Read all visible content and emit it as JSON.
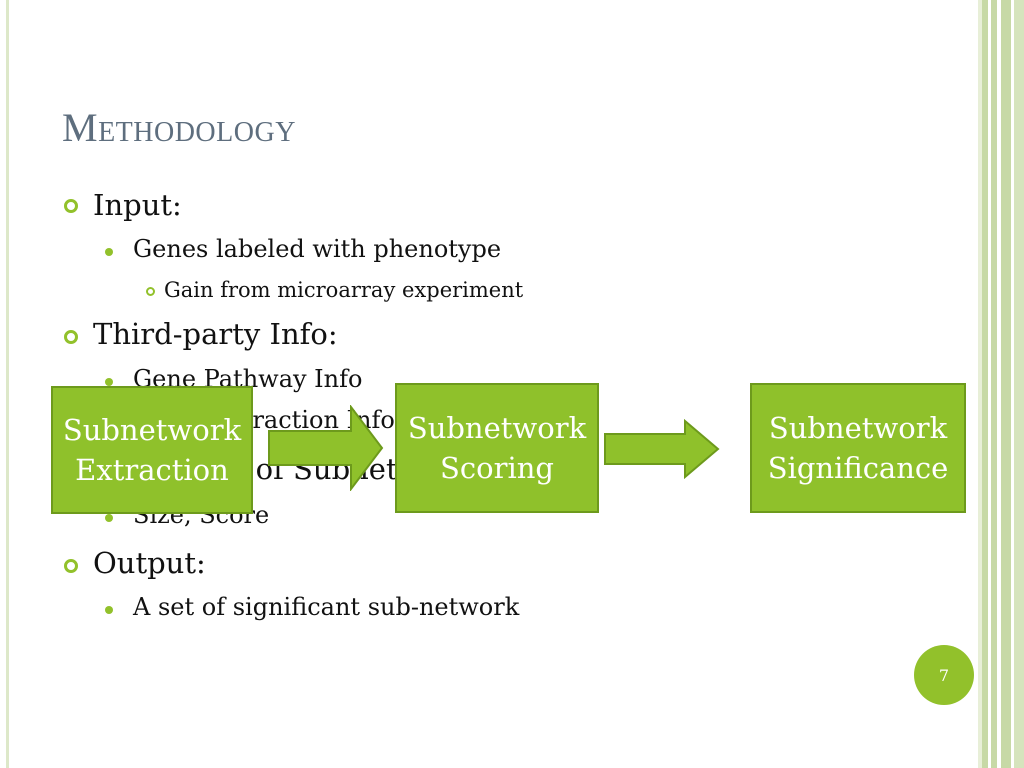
{
  "slide": {
    "title": "Methodology",
    "page_number": "7"
  },
  "bullets": [
    {
      "level": 1,
      "text": "Input:"
    },
    {
      "level": 2,
      "text": "Genes labeled with phenotype"
    },
    {
      "level": 3,
      "text": "Gain from microarray experiment"
    },
    {
      "level": 1,
      "text": "Third-party Info:"
    },
    {
      "level": 2,
      "text": "Gene Pathway Info"
    },
    {
      "level": 2,
      "text": "Gene Interaction Info"
    },
    {
      "level": 1,
      "text": "Properties of Subnetwork:"
    },
    {
      "level": 2,
      "text": "Size, Score"
    },
    {
      "level": 1,
      "text": "Output:"
    },
    {
      "level": 2,
      "text": "A set of significant sub-network"
    }
  ],
  "flow": {
    "steps": [
      {
        "line1": "Subnetwork",
        "line2": "Extraction"
      },
      {
        "line1": "Subnetwork",
        "line2": "Scoring"
      },
      {
        "line1": "Subnetwork",
        "line2": "Significance"
      }
    ]
  },
  "colors": {
    "accent": "#92c12b",
    "box_fill": "#8fc12b",
    "box_border": "#6d9a1c",
    "title": "#5e6e7e"
  }
}
